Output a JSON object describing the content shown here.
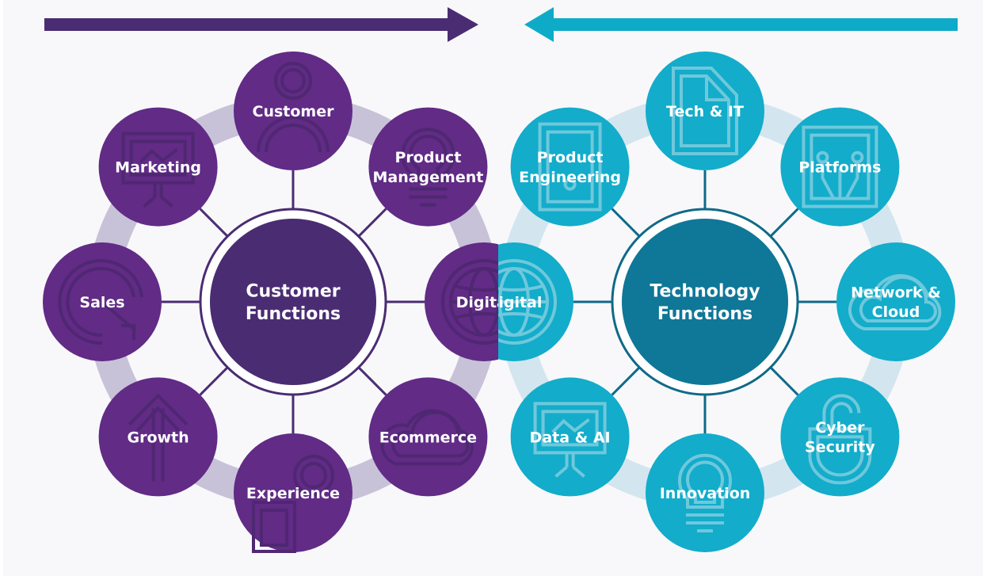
{
  "colors": {
    "background": "#f8f8fa",
    "customer_arrow": "#4a2c73",
    "technology_arrow": "#0eabc8",
    "customer_node": "#612b86",
    "customer_hub": "#4a2c73",
    "customer_ring": "#c8c2d8",
    "customer_line": "#4a2c73",
    "customer_icon_stroke": "#4f2772",
    "technology_node": "#13acca",
    "technology_hub": "#0f7797",
    "technology_ring": "#d3e6ef",
    "technology_line": "#0f6a88",
    "technology_icon_stroke": "#6fc8dc",
    "text": "#ffffff"
  },
  "arrows": {
    "customer": {
      "direction": "right"
    },
    "technology": {
      "direction": "left"
    }
  },
  "customer": {
    "hub_lines": [
      "Customer",
      "Functions"
    ],
    "nodes": [
      {
        "id": "customer",
        "lines": [
          "Customer"
        ],
        "icon": "person-icon"
      },
      {
        "id": "product-management",
        "lines": [
          "Product",
          "Management"
        ],
        "icon": "lightbulb-icon"
      },
      {
        "id": "digital",
        "lines": [
          "Digital"
        ],
        "icon": "globe-icon"
      },
      {
        "id": "ecommerce",
        "lines": [
          "Ecommerce"
        ],
        "icon": "cloud-icon"
      },
      {
        "id": "experience",
        "lines": [
          "Experience"
        ],
        "icon": "location-pin-icon"
      },
      {
        "id": "growth",
        "lines": [
          "Growth"
        ],
        "icon": "arrow-up-icon"
      },
      {
        "id": "sales",
        "lines": [
          "Sales"
        ],
        "icon": "target-icon"
      },
      {
        "id": "marketing",
        "lines": [
          "Marketing"
        ],
        "icon": "presentation-board-icon"
      }
    ]
  },
  "technology": {
    "hub_lines": [
      "Technology",
      "Functions"
    ],
    "nodes": [
      {
        "id": "tech-it",
        "lines": [
          "Tech & IT"
        ],
        "icon": "document-icon"
      },
      {
        "id": "platforms",
        "lines": [
          "Platforms"
        ],
        "icon": "circuit-board-icon"
      },
      {
        "id": "network-cloud",
        "lines": [
          "Network &",
          "Cloud"
        ],
        "icon": "cloud-icon"
      },
      {
        "id": "cyber-security",
        "lines": [
          "Cyber",
          "Security"
        ],
        "icon": "padlock-icon"
      },
      {
        "id": "innovation",
        "lines": [
          "Innovation"
        ],
        "icon": "lightbulb-icon"
      },
      {
        "id": "data-ai",
        "lines": [
          "Data & AI"
        ],
        "icon": "presentation-board-icon"
      },
      {
        "id": "digital",
        "lines": [
          "Digital"
        ],
        "icon": "globe-icon"
      },
      {
        "id": "product-engineering",
        "lines": [
          "Product",
          "Engineering"
        ],
        "icon": "door-icon"
      }
    ]
  }
}
